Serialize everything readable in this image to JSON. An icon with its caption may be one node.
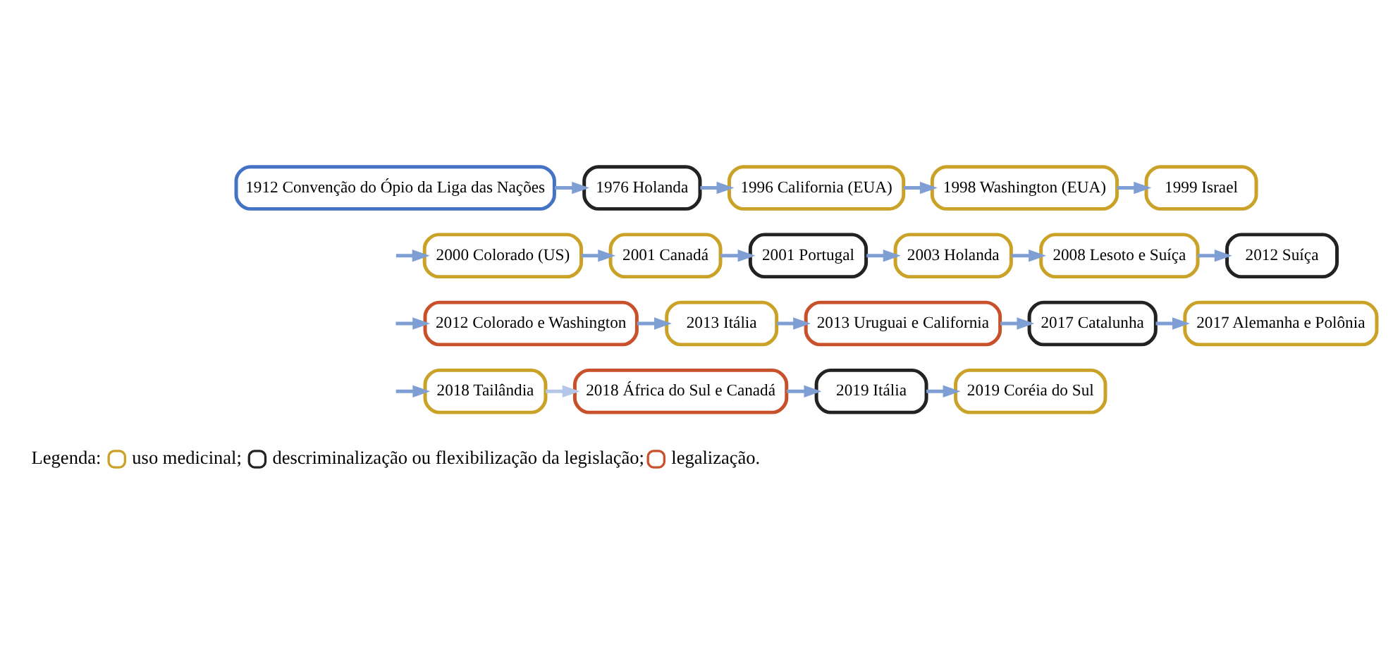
{
  "diagram": {
    "nodes": [
      {
        "text": [
          "1912 Convenção do Ópio da Liga das Nações"
        ]
      },
      {
        "text": [
          "1976 Holanda"
        ]
      },
      {
        "text": [
          "1996 California (EUA)"
        ]
      },
      {
        "text": [
          "1998 Washington (EUA)"
        ]
      },
      {
        "text": [
          "1999 Israel"
        ]
      },
      {
        "text": [
          "2000 Colorado (US)"
        ]
      },
      {
        "text": [
          "2001 Canadá"
        ]
      },
      {
        "text": [
          "2001 Portugal"
        ]
      },
      {
        "text": [
          "2003 Holanda"
        ]
      },
      {
        "text": [
          "2008 Lesoto e Suíça"
        ]
      },
      {
        "text": [
          "2012 Suíça"
        ]
      },
      {
        "text": [
          "2012 Colorado e Washington"
        ]
      },
      {
        "text": [
          "2013 Itália"
        ]
      },
      {
        "text": [
          "2013 Uruguai e California"
        ]
      },
      {
        "text": [
          "2017 Catalunha"
        ]
      },
      {
        "text": [
          "2017 Alemanha e Polônia"
        ]
      },
      {
        "text": [
          "2018 Tailândia"
        ]
      },
      {
        "text": [
          "2018 África do Sul e Canadá"
        ]
      },
      {
        "text": [
          "2019 Itália"
        ]
      },
      {
        "text": [
          "2019 Coréia do Sul"
        ]
      }
    ],
    "edges": [
      {
        "from": 0,
        "to": 1,
        "arrow": "to"
      },
      {
        "from": 1,
        "to": 2,
        "arrow": "to"
      },
      {
        "from": 2,
        "to": 3,
        "arrow": "to"
      },
      {
        "from": 3,
        "to": 4,
        "arrow": "to"
      },
      {
        "from": null,
        "to": 5,
        "arrow": "to"
      },
      {
        "from": 5,
        "to": 6,
        "arrow": "to"
      },
      {
        "from": 6,
        "to": 7,
        "arrow": "to"
      },
      {
        "from": 7,
        "to": 8,
        "arrow": "to"
      },
      {
        "from": 8,
        "to": 9,
        "arrow": "to"
      },
      {
        "from": 9,
        "to": 10,
        "arrow": "to"
      },
      {
        "from": null,
        "to": 11,
        "arrow": "to"
      },
      {
        "from": 11,
        "to": 12,
        "arrow": "to"
      },
      {
        "from": 12,
        "to": 13,
        "arrow": "to"
      },
      {
        "from": 13,
        "to": 14,
        "arrow": "to"
      },
      {
        "from": 14,
        "to": 15,
        "arrow": "to"
      },
      {
        "from": null,
        "to": 16,
        "arrow": "to"
      },
      {
        "from": 16,
        "to": 17,
        "arrow": "to",
        "color": "#b4c7e7"
      },
      {
        "from": 17,
        "to": 18,
        "arrow": "to"
      },
      {
        "from": 18,
        "to": 19,
        "arrow": "to"
      }
    ],
    "labels": [
      "Legenda:"
    ],
    "legend": [
      {
        "text": "uso medicinal;",
        "color": "#c9a227"
      },
      {
        "text": "descriminalização ou flexibilização da legislação;",
        "color": "#222222"
      },
      {
        "text": "legalização.",
        "color": "#c8502a"
      }
    ]
  }
}
